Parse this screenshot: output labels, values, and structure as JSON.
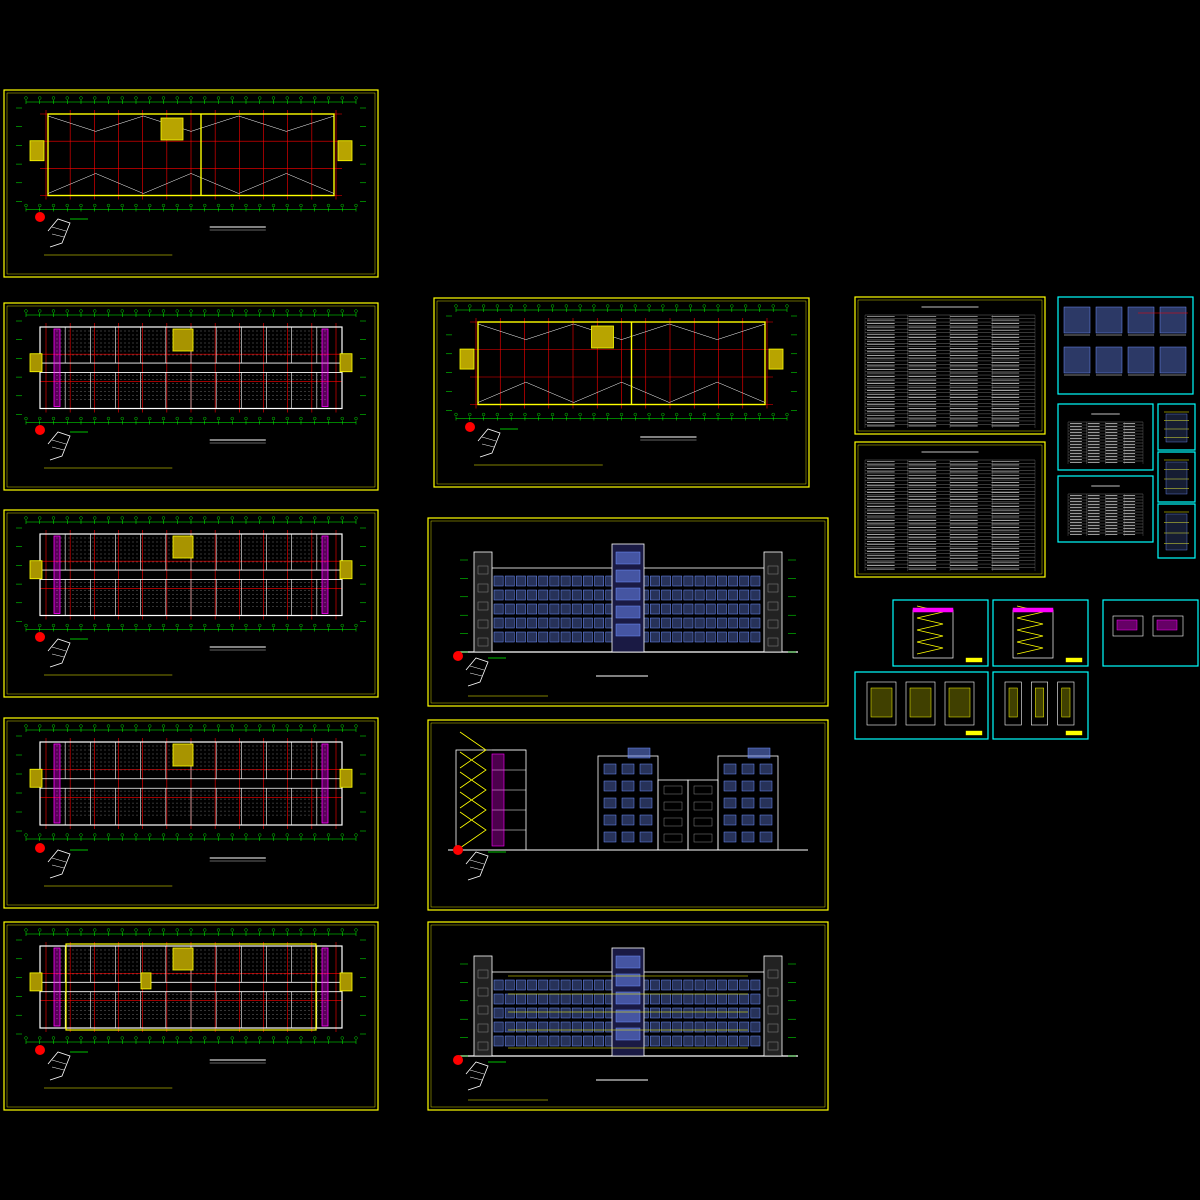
{
  "canvas": {
    "background": "#000000"
  },
  "colors": {
    "frame": "#ffff00",
    "grid": "#ff0000",
    "dim": "#00ff00",
    "wall": "#ffffff",
    "accent": "#ff00ff",
    "window": "#6f8fff",
    "schedule": "#00ffff",
    "north": "#ff0000"
  },
  "sheets": [
    {
      "id": "roof-plan-a",
      "kind": "plan",
      "variant": "roof",
      "frame_color": "#ffff00"
    },
    {
      "id": "floor-plan-1",
      "kind": "plan",
      "variant": "floor",
      "frame_color": "#ffff00"
    },
    {
      "id": "floor-plan-2",
      "kind": "plan",
      "variant": "floor",
      "frame_color": "#ffff00"
    },
    {
      "id": "floor-plan-3",
      "kind": "plan",
      "variant": "floor",
      "frame_color": "#ffff00"
    },
    {
      "id": "ground-floor-plan",
      "kind": "plan",
      "variant": "ground",
      "frame_color": "#ffff00"
    },
    {
      "id": "roof-plan-b",
      "kind": "plan",
      "variant": "roof2",
      "frame_color": "#ffff00"
    },
    {
      "id": "front-elevation",
      "kind": "elevation",
      "variant": "front",
      "frame_color": "#ffff00"
    },
    {
      "id": "section-side-elevations",
      "kind": "section",
      "variant": "side",
      "frame_color": "#ffff00"
    },
    {
      "id": "rear-elevation",
      "kind": "elevation",
      "variant": "rear",
      "frame_color": "#ffff00"
    },
    {
      "id": "design-notes-1",
      "kind": "schedule",
      "variant": "notes",
      "frame_color": "#ffff00"
    },
    {
      "id": "design-notes-2",
      "kind": "schedule",
      "variant": "notes",
      "frame_color": "#ffff00"
    },
    {
      "id": "elevation-thumbs",
      "kind": "detail",
      "variant": "thumbs",
      "frame_color": "#00ffff"
    },
    {
      "id": "door-window-table",
      "kind": "schedule",
      "variant": "table",
      "frame_color": "#00ffff"
    },
    {
      "id": "material-table",
      "kind": "schedule",
      "variant": "table",
      "frame_color": "#00ffff"
    },
    {
      "id": "detail-small-1",
      "kind": "detail",
      "variant": "small",
      "frame_color": "#00ffff"
    },
    {
      "id": "detail-small-2",
      "kind": "detail",
      "variant": "small",
      "frame_color": "#00ffff"
    },
    {
      "id": "detail-small-3",
      "kind": "detail",
      "variant": "small",
      "frame_color": "#00ffff"
    },
    {
      "id": "stair-detail-1",
      "kind": "detail",
      "variant": "stair",
      "frame_color": "#00ffff"
    },
    {
      "id": "stair-detail-2",
      "kind": "detail",
      "variant": "stair",
      "frame_color": "#00ffff"
    },
    {
      "id": "toilet-detail",
      "kind": "detail",
      "variant": "toilet",
      "frame_color": "#00ffff"
    },
    {
      "id": "room-details",
      "kind": "detail",
      "variant": "rooms",
      "frame_color": "#00ffff"
    },
    {
      "id": "door-details",
      "kind": "detail",
      "variant": "doors",
      "frame_color": "#00ffff"
    }
  ]
}
